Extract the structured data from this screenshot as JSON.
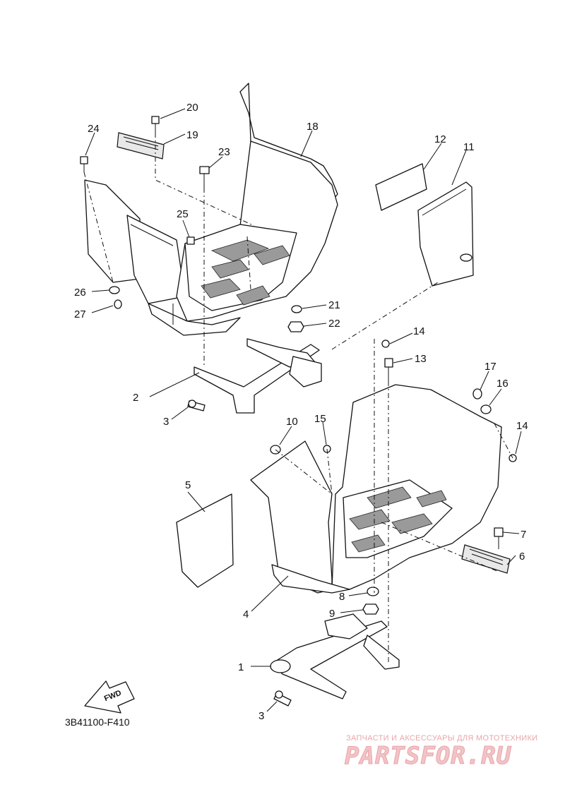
{
  "diagram": {
    "code": "3B41100-F410",
    "fwd_label": "FWD",
    "callouts": [
      "1",
      "2",
      "3",
      "3",
      "4",
      "5",
      "6",
      "7",
      "8",
      "9",
      "10",
      "11",
      "12",
      "13",
      "14",
      "14",
      "15",
      "16",
      "17",
      "18",
      "19",
      "20",
      "21",
      "22",
      "23",
      "24",
      "25",
      "26",
      "27"
    ]
  },
  "watermark": {
    "tagline": "ЗАПЧАСТИ И АКСЕССУАРЫ ДЛЯ МОТОТЕХНИКИ",
    "brand": "PARTSFOR.RU"
  }
}
